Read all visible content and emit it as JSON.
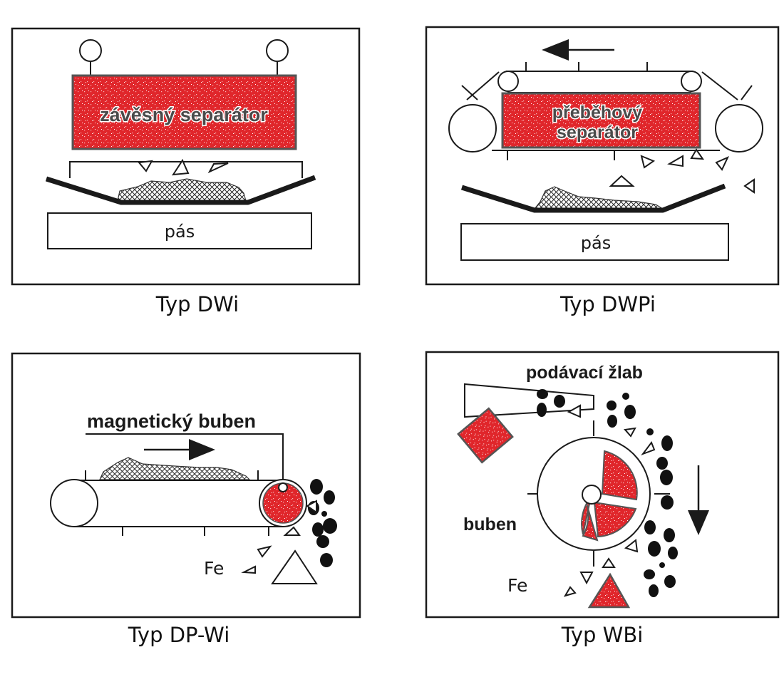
{
  "colors": {
    "magnet_red": "#e0262b",
    "stroke": "#1a1a1a",
    "background": "#ffffff"
  },
  "panels": {
    "dwi": {
      "separator_label": "závěsný separátor",
      "belt_label": "pás",
      "caption": "Typ DWi"
    },
    "dwpi": {
      "separator_label_line1": "přeběhový",
      "separator_label_line2": "separátor",
      "belt_label": "pás",
      "caption": "Typ DWPi"
    },
    "dpwi": {
      "drum_label": "magnetický buben",
      "fe_label": "Fe",
      "caption": "Typ DP-Wi"
    },
    "wbi": {
      "chute_label": "podávací žlab",
      "drum_label": "buben",
      "fe_label": "Fe",
      "caption": "Typ WBi"
    }
  }
}
